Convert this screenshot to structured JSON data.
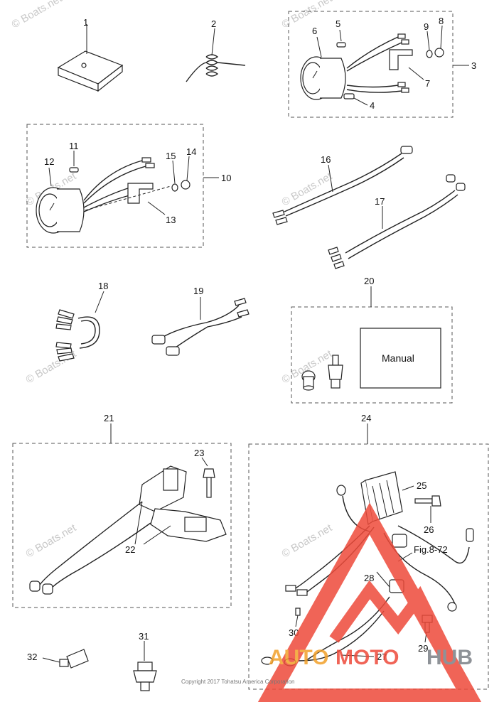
{
  "callouts": {
    "c1": "1",
    "c2": "2",
    "c3": "3",
    "c4": "4",
    "c5": "5",
    "c6": "6",
    "c7": "7",
    "c8": "8",
    "c9": "9",
    "c10": "10",
    "c11": "11",
    "c12": "12",
    "c13": "13",
    "c14": "14",
    "c15": "15",
    "c16": "16",
    "c17": "17",
    "c18": "18",
    "c19": "19",
    "c20": "20",
    "c21": "21",
    "c22": "22",
    "c23": "23",
    "c24": "24",
    "c25": "25",
    "c26": "26",
    "c27": "27",
    "c28": "28",
    "c29": "29",
    "c30": "30",
    "c31": "31",
    "c32": "32"
  },
  "manual_label": "Manual",
  "figure_ref": "Fig.8-72",
  "copyright": "Copyright 2017 Tohatsu America Corporation",
  "watermark": "© Boats.net",
  "logo": {
    "part1": "AUTO",
    "part2": "MOTO",
    "part3": "HUB"
  },
  "colors": {
    "logo_orange": "#f2a02a",
    "logo_red": "#ee4a3a",
    "logo_gray": "#7b7f86"
  }
}
